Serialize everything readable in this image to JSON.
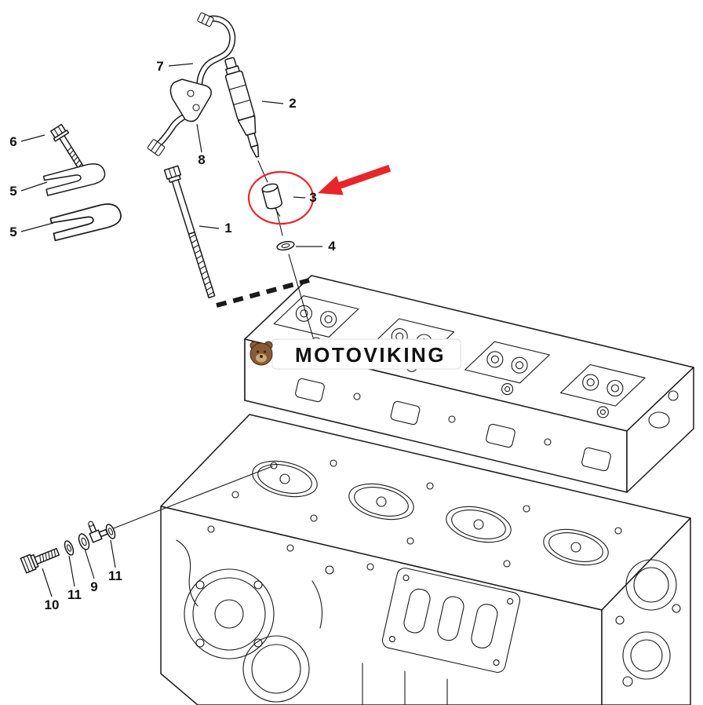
{
  "page": {
    "background": "#ffffff",
    "type": "exploded-parts-diagram",
    "subject": "Engine cylinder head and fuel injector exploded parts drawing"
  },
  "colors": {
    "line": "#1a1a1a",
    "accent_red": "#e8252b",
    "watermark_box": "#ffffff",
    "logo_brown": "#8a5a36",
    "logo_light": "#caa878",
    "logo_dark": "#4a2f17"
  },
  "watermark": {
    "text": "MOTOVIKING"
  },
  "highlight": {
    "circled_part": "3"
  },
  "callouts": {
    "c1": "1",
    "c2": "2",
    "c3": "3",
    "c4": "4",
    "c5a": "5",
    "c5b": "5",
    "c6": "6",
    "c7": "7",
    "c8": "8",
    "c9": "9",
    "c10": "10",
    "c11a": "11",
    "c11b": "11"
  }
}
